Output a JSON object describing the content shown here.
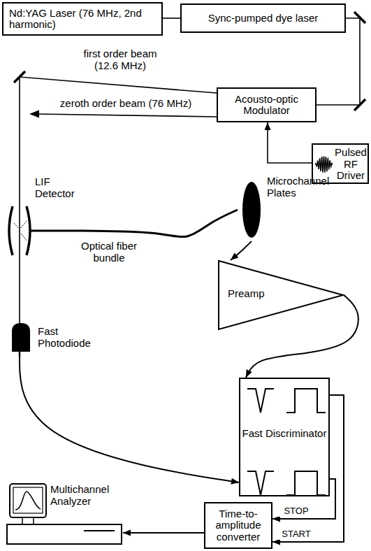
{
  "diagram": {
    "nodes": [
      {
        "text": [
          "Nd:YAG Laser (76 MHz, 2nd harmonic)"
        ]
      },
      {
        "text": [
          "Sync-pumped dye laser"
        ]
      },
      {
        "text": [
          "Acousto-optic Modulator"
        ]
      },
      {
        "text": [
          "Pulsed RF Driver"
        ]
      },
      {
        "text": [
          "LIF Detector"
        ]
      },
      {
        "text": [
          "Microchannel Plates"
        ]
      },
      {
        "text": [
          "Fast Photodiode"
        ]
      },
      {
        "text": [
          "Preamp"
        ]
      },
      {
        "text": [
          "Fast Discriminator"
        ]
      },
      {
        "text": [
          "Multichannel Analyzer"
        ]
      },
      {
        "text": [
          "Time-to-amplitude converter"
        ]
      }
    ],
    "edges": [
      {
        "from": 0,
        "to": 1,
        "arrow": "none"
      },
      {
        "from": 1,
        "to": 2,
        "arrow": "none"
      },
      {
        "from": 2,
        "to": 4,
        "label": "first order beam (12.6 MHz)",
        "arrow": "none"
      },
      {
        "from": 3,
        "to": 2,
        "arrow": "to"
      },
      {
        "from": 4,
        "to": 5,
        "label": "Optical fiber bundle",
        "arrow": "none"
      },
      {
        "from": 4,
        "to": 6,
        "arrow": "none"
      },
      {
        "from": 5,
        "to": 7,
        "arrow": "to"
      },
      {
        "from": 7,
        "to": 8,
        "arrow": "to"
      },
      {
        "from": 6,
        "to": 8,
        "arrow": "to"
      },
      {
        "from": 8,
        "to": 10,
        "label": "START",
        "arrow": "to"
      },
      {
        "from": 8,
        "to": 10,
        "label": "STOP",
        "arrow": "to"
      },
      {
        "from": 10,
        "to": 9,
        "arrow": "to"
      }
    ],
    "labels": [
      "zeroth order beam (76 MHz)"
    ]
  }
}
